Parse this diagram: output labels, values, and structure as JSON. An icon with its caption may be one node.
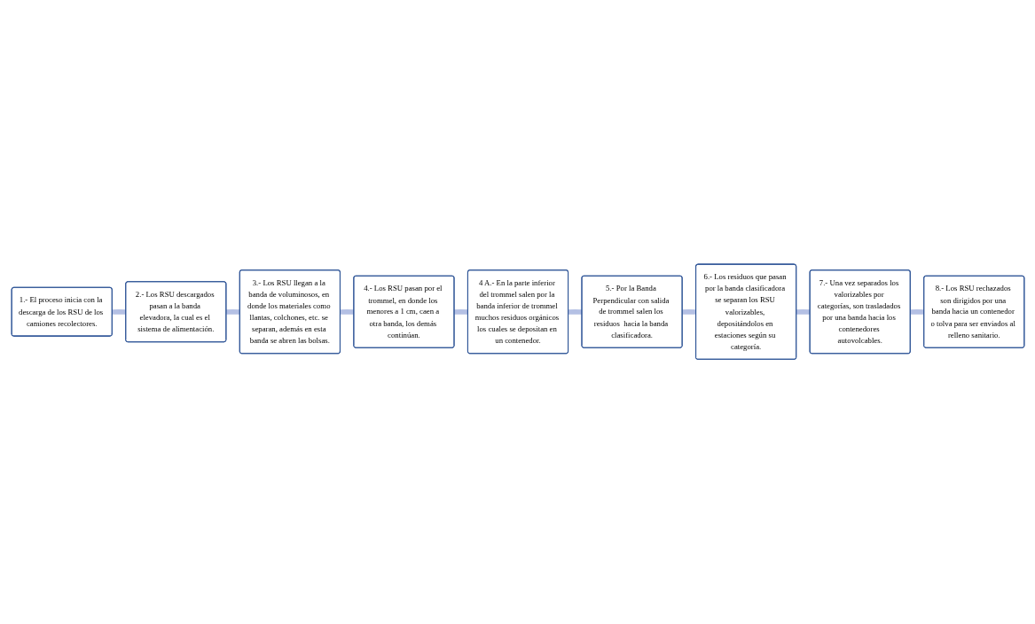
{
  "diagram": {
    "nodes": [
      {
        "text": [
          "1.- El proceso inicia con la descarga de los RSU de los camiones recolectores."
        ]
      },
      {
        "text": [
          "2.- Los RSU descargados pasan a la banda elevadora, la cual es el sistema de alimentación."
        ]
      },
      {
        "text": [
          "3.- Los RSU llegan a la banda de voluminosos, en donde los materiales como llantas, colchones, etc. se separan, además en esta banda se abren las bolsas."
        ]
      },
      {
        "text": [
          "4.- Los RSU pasan por el trommel, en donde los menores a 1 cm, caen a otra banda, los demás continúan."
        ]
      },
      {
        "text": [
          "4 A.- En la parte inferior del trommel salen por la banda inferior de trommel muchos residuos orgánicos los cuales se depositan en un contenedor."
        ]
      },
      {
        "text": [
          "5.- Por la Banda Perpendicular con salida de trommel salen los residuos  hacia la banda clasificadora."
        ]
      },
      {
        "text": [
          "6.- Los residuos que pasan por la banda clasificadora se separan los RSU valorizables, depositándolos en estaciones según su categoría."
        ]
      },
      {
        "text": [
          "7.- Una vez separados los valorizables por categorías, son trasladados por una banda hacia los contenedores autovolcables."
        ]
      },
      {
        "text": [
          "8.- Los RSU rechazados son dirigidos por una banda hacia un contenedor o tolva para ser enviados al relleno sanitario."
        ]
      }
    ],
    "edges": [
      {
        "from": 0,
        "to": 1,
        "arrow": "none"
      },
      {
        "from": 1,
        "to": 2,
        "arrow": "none"
      },
      {
        "from": 2,
        "to": 3,
        "arrow": "none"
      },
      {
        "from": 3,
        "to": 4,
        "arrow": "none"
      },
      {
        "from": 4,
        "to": 5,
        "arrow": "none"
      },
      {
        "from": 5,
        "to": 6,
        "arrow": "none"
      },
      {
        "from": 6,
        "to": 7,
        "arrow": "none"
      },
      {
        "from": 7,
        "to": 8,
        "arrow": "none"
      }
    ]
  }
}
